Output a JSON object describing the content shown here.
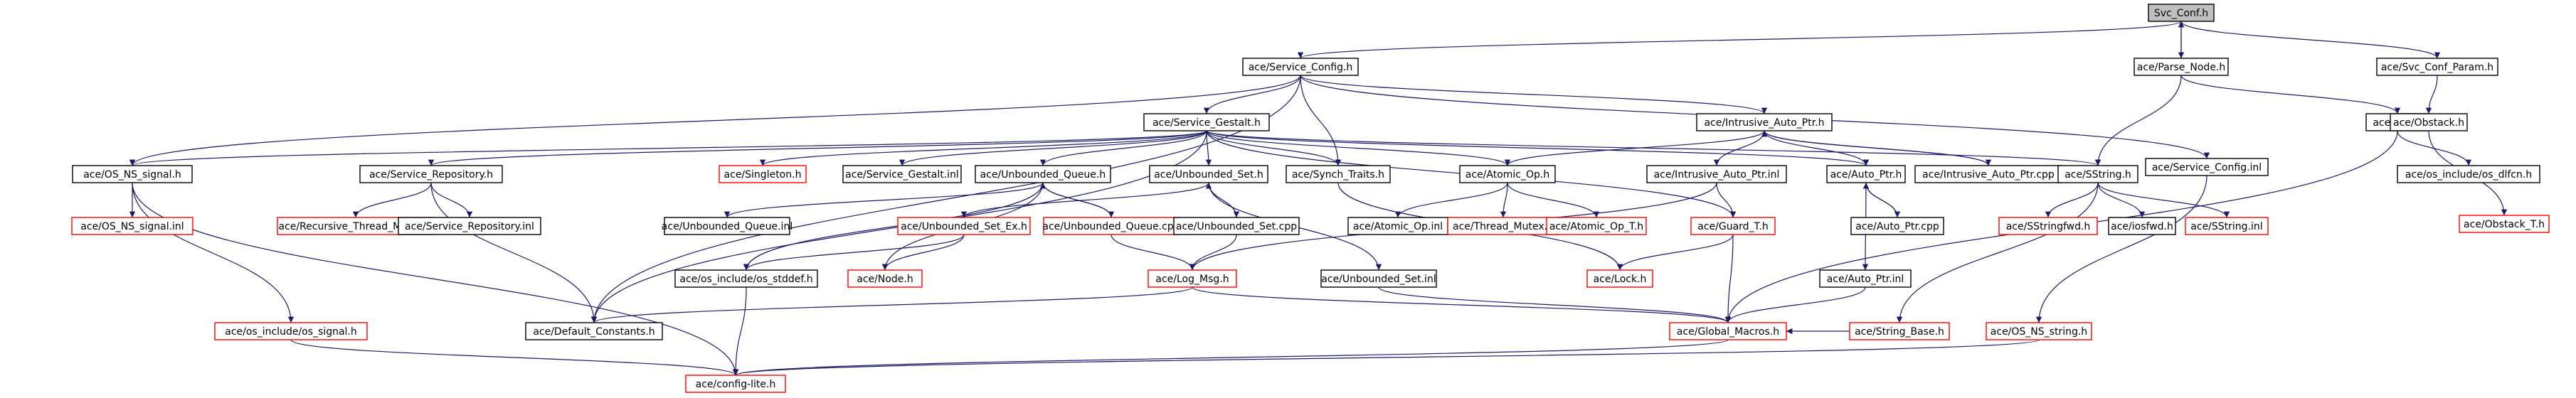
{
  "colors": {
    "edge": "#1a1a66",
    "border_normal": "#000000",
    "border_truncated": "#ff0000",
    "root_fill": "#bfbfbf",
    "node_fill": "#ffffff"
  },
  "nodes": [
    {
      "id": "svc_conf_h",
      "label": "Svc_Conf.h",
      "style": "root"
    },
    {
      "id": "service_config_h",
      "label": "ace/Service_Config.h",
      "style": "normal"
    },
    {
      "id": "parse_node_h",
      "label": "ace/Parse_Node.h",
      "style": "normal"
    },
    {
      "id": "svc_conf_param_h",
      "label": "ace/Svc_Conf_Param.h",
      "style": "normal"
    },
    {
      "id": "service_gestalt_h",
      "label": "ace/Service_Gestalt.h",
      "style": "normal"
    },
    {
      "id": "intrusive_auto_ptr_h",
      "label": "ace/Intrusive_Auto_Ptr.h",
      "style": "normal"
    },
    {
      "id": "service_config_inl",
      "label": "ace/Service_Config.inl",
      "style": "normal"
    },
    {
      "id": "dll_h",
      "label": "ace/DLL.h",
      "style": "normal"
    },
    {
      "id": "obstack_h",
      "label": "ace/Obstack.h",
      "style": "normal"
    },
    {
      "id": "os_ns_signal_h",
      "label": "ace/OS_NS_signal.h",
      "style": "normal"
    },
    {
      "id": "service_repository_h",
      "label": "ace/Service_Repository.h",
      "style": "normal"
    },
    {
      "id": "singleton_h",
      "label": "ace/Singleton.h",
      "style": "truncated"
    },
    {
      "id": "service_gestalt_inl",
      "label": "ace/Service_Gestalt.inl",
      "style": "normal"
    },
    {
      "id": "unbounded_queue_h",
      "label": "ace/Unbounded_Queue.h",
      "style": "normal"
    },
    {
      "id": "unbounded_set_h",
      "label": "ace/Unbounded_Set.h",
      "style": "normal"
    },
    {
      "id": "synch_traits_h",
      "label": "ace/Synch_Traits.h",
      "style": "normal"
    },
    {
      "id": "atomic_op_h",
      "label": "ace/Atomic_Op.h",
      "style": "normal"
    },
    {
      "id": "intrusive_auto_ptr_inl",
      "label": "ace/Intrusive_Auto_Ptr.inl",
      "style": "normal"
    },
    {
      "id": "auto_ptr_h",
      "label": "ace/Auto_Ptr.h",
      "style": "normal"
    },
    {
      "id": "intrusive_auto_ptr_cpp",
      "label": "ace/Intrusive_Auto_Ptr.cpp",
      "style": "normal"
    },
    {
      "id": "sstring_h",
      "label": "ace/SString.h",
      "style": "normal"
    },
    {
      "id": "os_include_os_dlfcn_h",
      "label": "ace/os_include/os_dlfcn.h",
      "style": "normal"
    },
    {
      "id": "obstack_t_h",
      "label": "ace/Obstack_T.h",
      "style": "truncated"
    },
    {
      "id": "os_ns_signal_inl",
      "label": "ace/OS_NS_signal.inl",
      "style": "truncated"
    },
    {
      "id": "recursive_thread_mutex_h",
      "label": "ace/Recursive_Thread_Mutex.h",
      "style": "truncated"
    },
    {
      "id": "service_repository_inl",
      "label": "ace/Service_Repository.inl",
      "style": "normal"
    },
    {
      "id": "unbounded_queue_inl",
      "label": "ace/Unbounded_Queue.inl",
      "style": "normal"
    },
    {
      "id": "unbounded_set_ex_h",
      "label": "ace/Unbounded_Set_Ex.h",
      "style": "truncated"
    },
    {
      "id": "unbounded_queue_cpp",
      "label": "ace/Unbounded_Queue.cpp",
      "style": "truncated"
    },
    {
      "id": "unbounded_set_cpp",
      "label": "ace/Unbounded_Set.cpp",
      "style": "normal"
    },
    {
      "id": "atomic_op_inl",
      "label": "ace/Atomic_Op.inl",
      "style": "normal"
    },
    {
      "id": "thread_mutex_h",
      "label": "ace/Thread_Mutex.h",
      "style": "truncated"
    },
    {
      "id": "atomic_op_t_h",
      "label": "ace/Atomic_Op_T.h",
      "style": "truncated"
    },
    {
      "id": "guard_t_h",
      "label": "ace/Guard_T.h",
      "style": "truncated"
    },
    {
      "id": "auto_ptr_cpp",
      "label": "ace/Auto_Ptr.cpp",
      "style": "normal"
    },
    {
      "id": "sstringfwd_h",
      "label": "ace/SStringfwd.h",
      "style": "truncated"
    },
    {
      "id": "iosfwd_h",
      "label": "ace/iosfwd.h",
      "style": "normal"
    },
    {
      "id": "sstring_inl",
      "label": "ace/SString.inl",
      "style": "truncated"
    },
    {
      "id": "node_h",
      "label": "ace/Node.h",
      "style": "truncated"
    },
    {
      "id": "os_include_os_stddef_h",
      "label": "ace/os_include/os_stddef.h",
      "style": "normal"
    },
    {
      "id": "log_msg_h",
      "label": "ace/Log_Msg.h",
      "style": "truncated"
    },
    {
      "id": "unbounded_set_inl",
      "label": "ace/Unbounded_Set.inl",
      "style": "normal"
    },
    {
      "id": "lock_h",
      "label": "ace/Lock.h",
      "style": "truncated"
    },
    {
      "id": "auto_ptr_inl",
      "label": "ace/Auto_Ptr.inl",
      "style": "normal"
    },
    {
      "id": "string_base_h",
      "label": "ace/String_Base.h",
      "style": "truncated"
    },
    {
      "id": "os_include_os_signal_h",
      "label": "ace/os_include/os_signal.h",
      "style": "truncated"
    },
    {
      "id": "default_constants_h",
      "label": "ace/Default_Constants.h",
      "style": "normal"
    },
    {
      "id": "global_macros_h",
      "label": "ace/Global_Macros.h",
      "style": "truncated"
    },
    {
      "id": "os_ns_string_h",
      "label": "ace/OS_NS_string.h",
      "style": "truncated"
    },
    {
      "id": "config_lite_h",
      "label": "ace/config-lite.h",
      "style": "truncated"
    }
  ],
  "edges": [
    [
      "svc_conf_h",
      "service_config_h"
    ],
    [
      "svc_conf_h",
      "parse_node_h"
    ],
    [
      "svc_conf_h",
      "svc_conf_param_h"
    ],
    [
      "parse_node_h",
      "svc_conf_h"
    ],
    [
      "service_config_h",
      "service_gestalt_h"
    ],
    [
      "service_config_h",
      "intrusive_auto_ptr_h"
    ],
    [
      "service_config_h",
      "service_config_inl"
    ],
    [
      "service_config_h",
      "os_ns_signal_h"
    ],
    [
      "service_config_h",
      "synch_traits_h"
    ],
    [
      "service_config_h",
      "default_constants_h"
    ],
    [
      "parse_node_h",
      "dll_h"
    ],
    [
      "parse_node_h",
      "sstring_h"
    ],
    [
      "svc_conf_param_h",
      "obstack_h"
    ],
    [
      "obstack_h",
      "obstack_t_h"
    ],
    [
      "dll_h",
      "os_include_os_dlfcn_h"
    ],
    [
      "dll_h",
      "global_macros_h"
    ],
    [
      "service_config_inl",
      "os_ns_string_h"
    ],
    [
      "service_gestalt_h",
      "os_ns_signal_h"
    ],
    [
      "service_gestalt_h",
      "service_repository_h"
    ],
    [
      "service_gestalt_h",
      "singleton_h"
    ],
    [
      "service_gestalt_h",
      "service_gestalt_inl"
    ],
    [
      "service_gestalt_h",
      "unbounded_queue_h"
    ],
    [
      "service_gestalt_h",
      "unbounded_set_h"
    ],
    [
      "service_gestalt_h",
      "synch_traits_h"
    ],
    [
      "service_gestalt_h",
      "atomic_op_h"
    ],
    [
      "service_gestalt_h",
      "auto_ptr_h"
    ],
    [
      "service_gestalt_h",
      "sstring_h"
    ],
    [
      "service_gestalt_h",
      "guard_t_h"
    ],
    [
      "service_gestalt_h",
      "default_constants_h"
    ],
    [
      "intrusive_auto_ptr_h",
      "atomic_op_h"
    ],
    [
      "intrusive_auto_ptr_h",
      "intrusive_auto_ptr_inl"
    ],
    [
      "intrusive_auto_ptr_h",
      "auto_ptr_h"
    ],
    [
      "intrusive_auto_ptr_h",
      "intrusive_auto_ptr_cpp"
    ],
    [
      "intrusive_auto_ptr_cpp",
      "intrusive_auto_ptr_h"
    ],
    [
      "os_ns_signal_h",
      "os_ns_signal_inl"
    ],
    [
      "os_ns_signal_h",
      "os_include_os_signal_h"
    ],
    [
      "os_ns_signal_h",
      "config_lite_h"
    ],
    [
      "service_repository_h",
      "recursive_thread_mutex_h"
    ],
    [
      "service_repository_h",
      "service_repository_inl"
    ],
    [
      "service_repository_h",
      "default_constants_h"
    ],
    [
      "unbounded_queue_h",
      "unbounded_queue_inl"
    ],
    [
      "unbounded_queue_h",
      "unbounded_queue_cpp"
    ],
    [
      "unbounded_queue_h",
      "node_h"
    ],
    [
      "unbounded_queue_h",
      "os_include_os_stddef_h"
    ],
    [
      "unbounded_queue_cpp",
      "unbounded_queue_h"
    ],
    [
      "unbounded_queue_cpp",
      "log_msg_h"
    ],
    [
      "unbounded_set_h",
      "unbounded_set_ex_h"
    ],
    [
      "unbounded_set_h",
      "unbounded_set_cpp"
    ],
    [
      "unbounded_set_h",
      "unbounded_set_inl"
    ],
    [
      "unbounded_set_cpp",
      "unbounded_set_h"
    ],
    [
      "unbounded_set_cpp",
      "log_msg_h"
    ],
    [
      "unbounded_set_ex_h",
      "node_h"
    ],
    [
      "unbounded_set_ex_h",
      "os_include_os_stddef_h"
    ],
    [
      "synch_traits_h",
      "lock_h"
    ],
    [
      "atomic_op_h",
      "atomic_op_inl"
    ],
    [
      "atomic_op_h",
      "thread_mutex_h"
    ],
    [
      "atomic_op_h",
      "atomic_op_t_h"
    ],
    [
      "intrusive_auto_ptr_inl",
      "guard_t_h"
    ],
    [
      "intrusive_auto_ptr_inl",
      "log_msg_h"
    ],
    [
      "auto_ptr_h",
      "auto_ptr_cpp"
    ],
    [
      "auto_ptr_h",
      "auto_ptr_inl"
    ],
    [
      "auto_ptr_cpp",
      "auto_ptr_h"
    ],
    [
      "guard_t_h",
      "lock_h"
    ],
    [
      "guard_t_h",
      "global_macros_h"
    ],
    [
      "auto_ptr_inl",
      "global_macros_h"
    ],
    [
      "sstring_h",
      "sstringfwd_h"
    ],
    [
      "sstring_h",
      "iosfwd_h"
    ],
    [
      "sstring_h",
      "sstring_inl"
    ],
    [
      "sstring_h",
      "string_base_h"
    ],
    [
      "string_base_h",
      "global_macros_h"
    ],
    [
      "log_msg_h",
      "default_constants_h"
    ],
    [
      "log_msg_h",
      "global_macros_h"
    ],
    [
      "unbounded_set_inl",
      "global_macros_h"
    ],
    [
      "os_include_os_stddef_h",
      "config_lite_h"
    ],
    [
      "os_include_os_signal_h",
      "config_lite_h"
    ],
    [
      "global_macros_h",
      "config_lite_h"
    ],
    [
      "os_ns_string_h",
      "config_lite_h"
    ]
  ]
}
